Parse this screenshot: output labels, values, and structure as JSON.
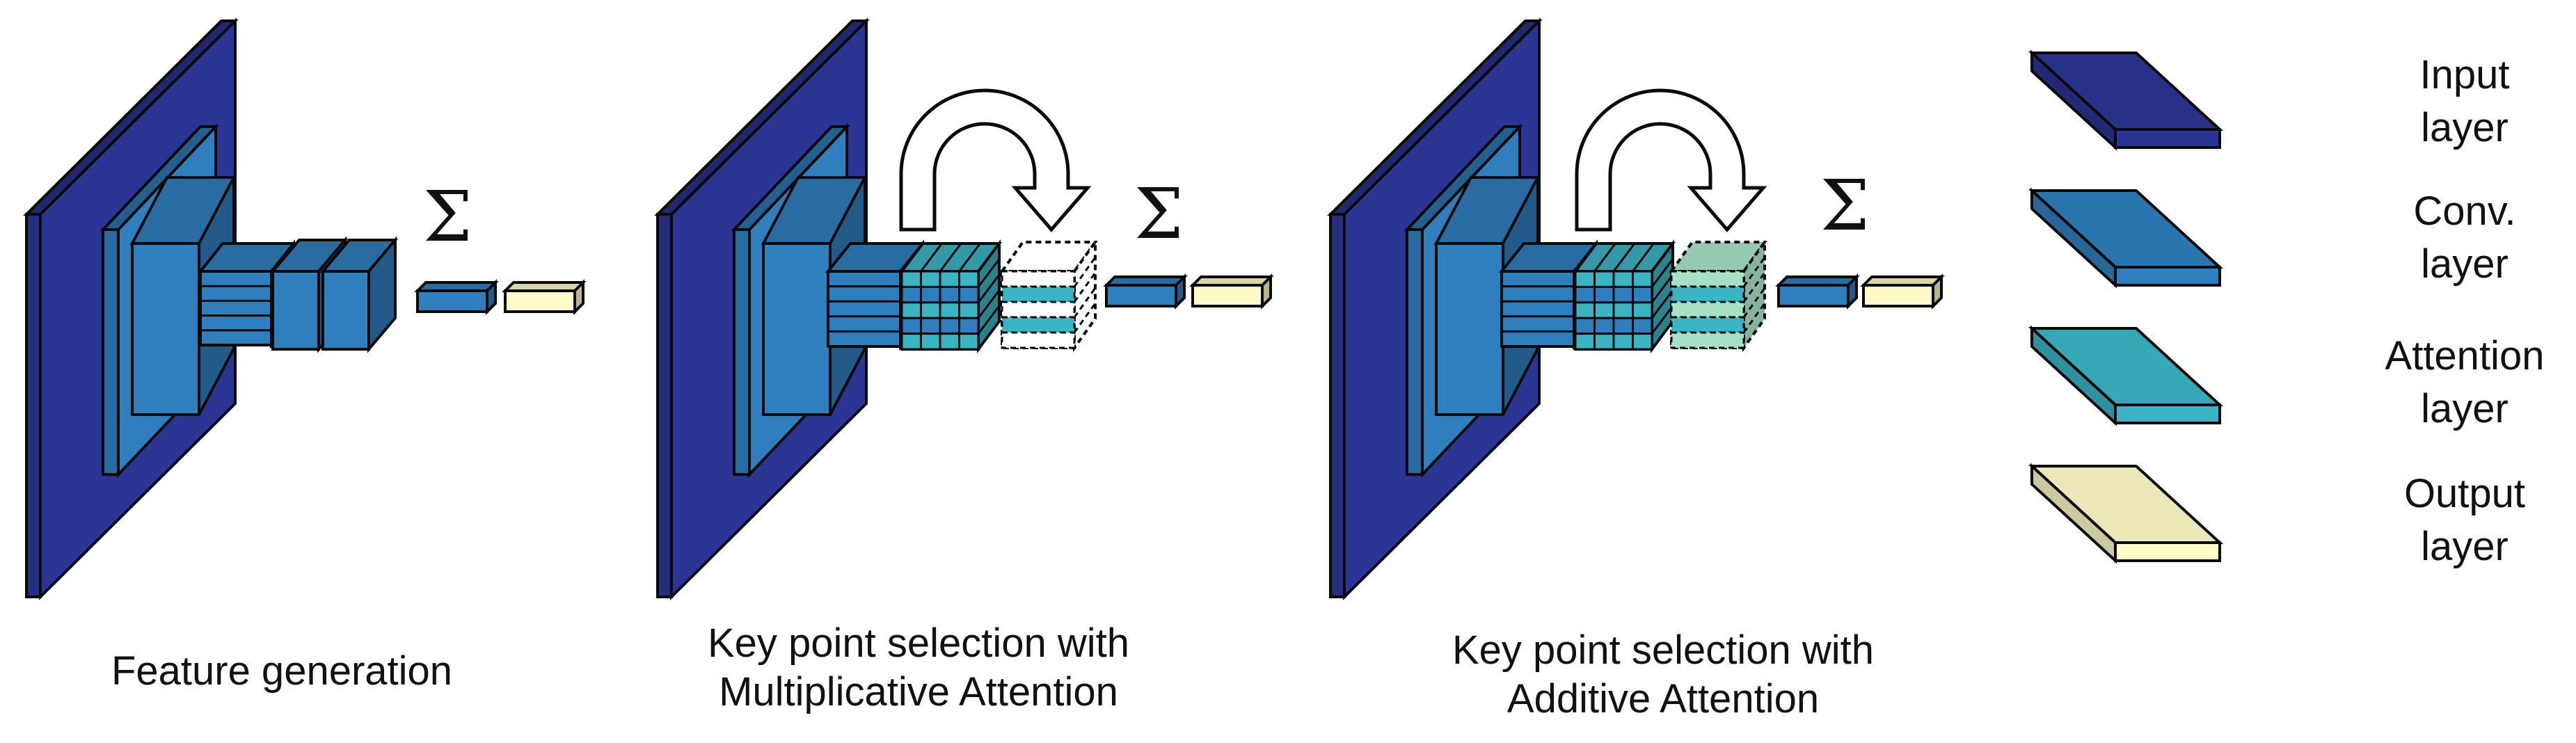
{
  "colors": {
    "input": "#2a3594",
    "conv": "#2f7fbe",
    "attention": "#3bb5c4",
    "output": "#fffbc8",
    "additive": "#a7e0c5",
    "stroke": "#0a0a0a"
  },
  "panels": [
    {
      "id": "feature-generation",
      "caption_lines": [
        "Feature generation"
      ],
      "sigma": "Σ"
    },
    {
      "id": "multiplicative",
      "caption_lines": [
        "Key point selection with",
        "Multiplicative Attention"
      ],
      "sigma": "Σ"
    },
    {
      "id": "additive",
      "caption_lines": [
        "Key point selection with",
        "Additive Attention"
      ],
      "sigma": "Σ"
    }
  ],
  "legend": [
    {
      "label_lines": [
        "Input",
        "layer"
      ],
      "color": "input"
    },
    {
      "label_lines": [
        "Conv.",
        "layer"
      ],
      "color": "conv"
    },
    {
      "label_lines": [
        "Attention",
        "layer"
      ],
      "color": "attention"
    },
    {
      "label_lines": [
        "Output",
        "layer"
      ],
      "color": "output"
    }
  ]
}
